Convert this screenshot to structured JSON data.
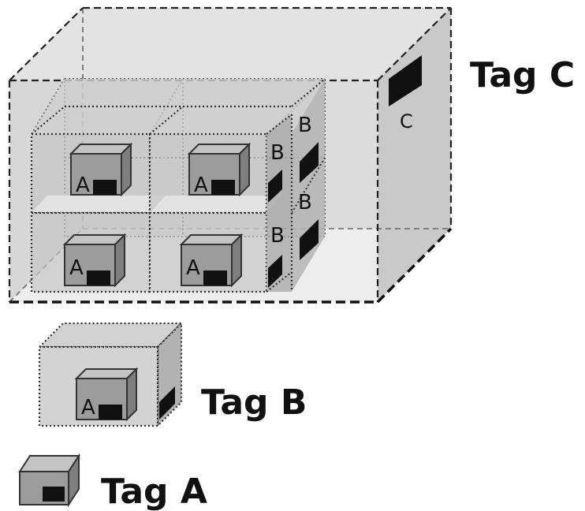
{
  "legend": {
    "tag_c": "Tag C",
    "tag_b": "Tag B",
    "tag_a": "Tag A"
  },
  "letters": {
    "a": "A",
    "b": "B",
    "c": "C"
  },
  "colors": {
    "container_fill": "#dddddd",
    "crate_fill": "#bbbbbb",
    "box_front": "#9c9c9c",
    "box_top": "#c4c4c4",
    "box_side": "#7e7e7e",
    "tag_black": "#111111",
    "dash_stroke": "#222222"
  }
}
